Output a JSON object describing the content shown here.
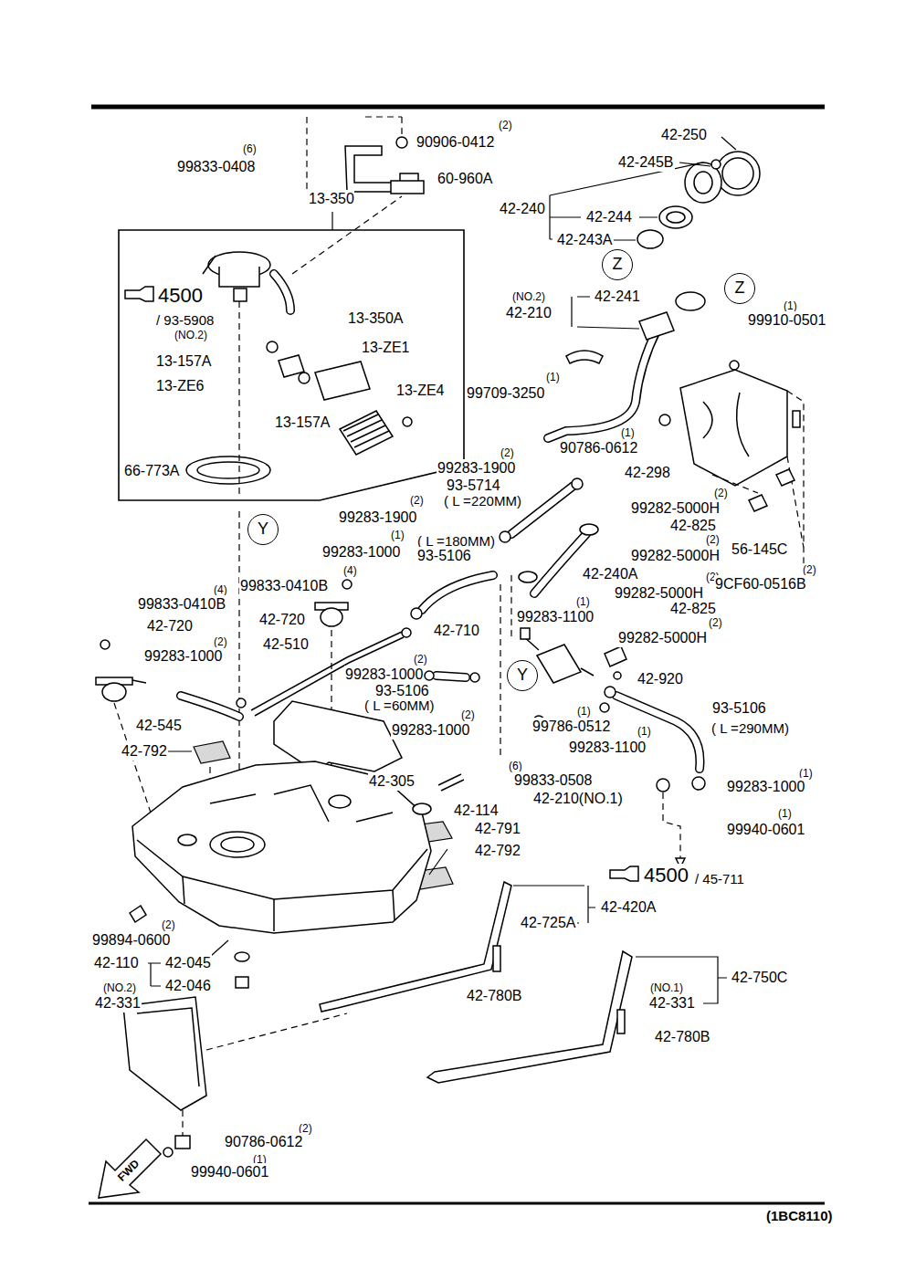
{
  "diagram": {
    "caption": "(1BC8110)",
    "nodes": [
      {
        "text": [
          "13-350"
        ]
      },
      {
        "text": [
          "Z"
        ]
      },
      {
        "text": [
          "Z"
        ]
      },
      {
        "text": [
          "Y"
        ]
      },
      {
        "text": [
          "Y"
        ]
      }
    ],
    "labels": [
      "(2)",
      "90906-0412",
      "42-250",
      "(6)",
      "42-245B",
      "99833-0408",
      "60-960A",
      "42-240",
      "42-244",
      "42-243A",
      "(NO.2)",
      "42-241",
      "4500",
      "42-210",
      "(1)",
      "13-350A",
      "99910-0501",
      "/ 93-5908",
      "(NO.2)",
      "13-ZE1",
      "13-157A",
      "(1)",
      "13-ZE6",
      "13-ZE4",
      "99709-3250",
      "13-157A",
      "(1)",
      "90786-0612",
      "(2)",
      "99283-1900",
      "66-773A",
      "42-298",
      "93-5714",
      "(2)",
      "(2)",
      "( L =220MM)",
      "99282-5000H",
      "99283-1900",
      "42-825",
      "(1)",
      "( L =180MM)",
      "(2)",
      "56-145C",
      "99283-1000",
      "93-5106",
      "99282-5000H",
      "(4)",
      "(2)",
      "(2)",
      "42-240A",
      "99833-0410B",
      "9CF60-0516B",
      "(4)",
      "99282-5000H",
      "(1)",
      "99833-0410B",
      "42-825",
      "99283-1100",
      "42-720",
      "(2)",
      "42-720",
      "42-710",
      "99282-5000H",
      "(2)",
      "42-510",
      "99283-1000",
      "(2)",
      "99283-1000",
      "42-920",
      "93-5106",
      "( L =60MM)",
      "93-5106",
      "(1)",
      "(2)",
      "42-545",
      "99786-0512",
      "( L =290MM)",
      "99283-1000",
      "(1)",
      "42-792",
      "99283-1100",
      "(6)",
      "(1)",
      "42-305",
      "99833-0508",
      "99283-1000",
      "42-210(NO.1)",
      "42-114",
      "(1)",
      "99940-0601",
      "42-791",
      "42-792",
      "4500",
      "/ 45-711",
      "42-420A",
      "42-725A",
      "(2)",
      "99894-0600",
      "42-110",
      "42-045",
      "42-750C",
      "42-046",
      "(NO.2)",
      "(NO.1)",
      "42-780B",
      "42-331",
      "42-331",
      "42-780B",
      "(2)",
      "90786-0612",
      "(1)",
      "99940-0601",
      "FWD"
    ]
  }
}
